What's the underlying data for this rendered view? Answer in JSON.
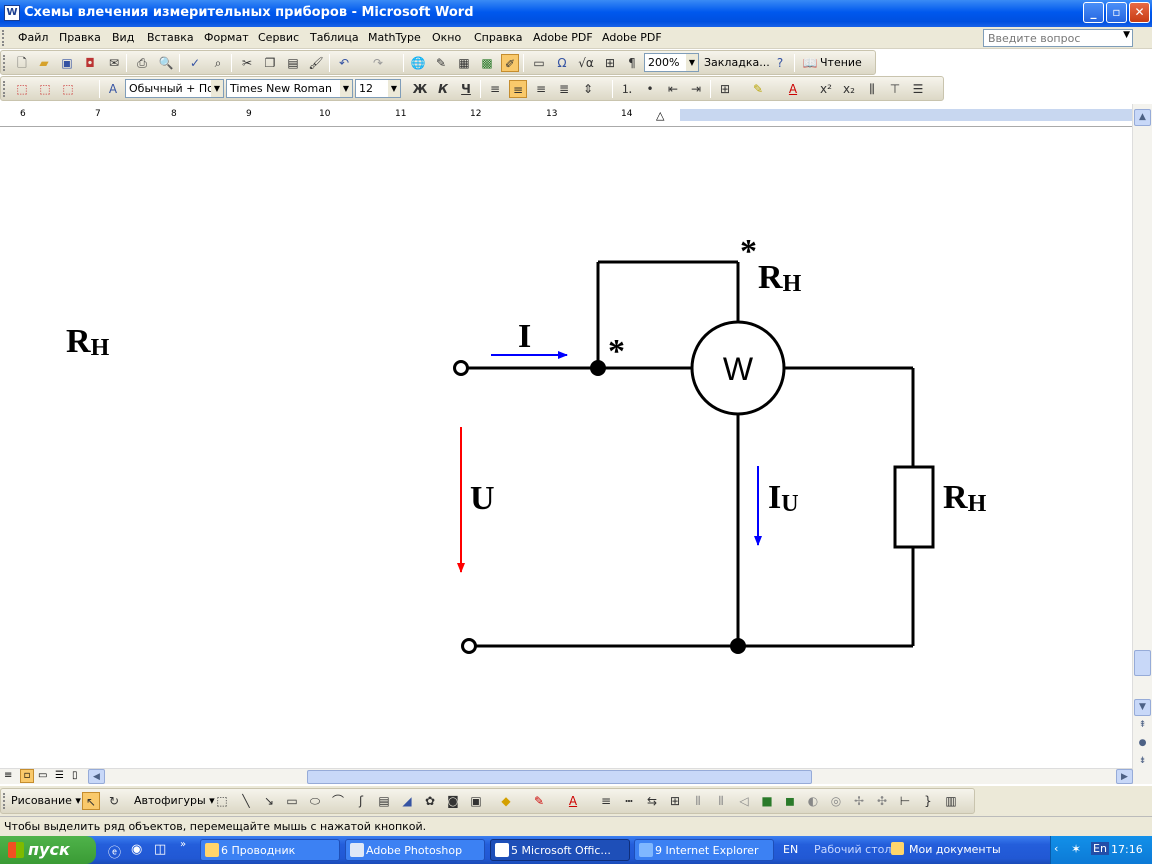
{
  "window": {
    "title": "Схемы влечения измерительных приборов - Microsoft Word",
    "icon": "word-doc-icon",
    "buttons": {
      "minimize": "_",
      "maximize": "▫",
      "close": "✕"
    }
  },
  "menu": {
    "items": [
      "Файл",
      "Правка",
      "Вид",
      "Вставка",
      "Формат",
      "Сервис",
      "Таблица",
      "MathType",
      "Окно",
      "Справка",
      "Adobe PDF",
      "Adobe PDF"
    ],
    "help_placeholder": "Введите вопрос"
  },
  "toolbar_standard": {
    "zoom": "200%",
    "bookmark_label": "Закладка...",
    "reading_label": "Чтение"
  },
  "toolbar_format": {
    "style": "Обычный + По ц",
    "font": "Times New Roman",
    "size": "12",
    "bold": "Ж",
    "italic": "К",
    "underline": "Ч"
  },
  "ruler": {
    "numbers": [
      "6",
      "7",
      "8",
      "9",
      "10",
      "11",
      "12",
      "13",
      "14"
    ]
  },
  "circuit": {
    "left_label": "R",
    "left_label_sub": "Н",
    "meter_label": "W",
    "top_label": "R",
    "top_label_sub": "Н",
    "current_label": "I",
    "voltage_label": "U",
    "branch_current_label": "I",
    "branch_current_sub": "U",
    "load_label": "R",
    "load_label_sub": "Н",
    "star_mark": "*",
    "colors": {
      "current_arrow": "#0000ff",
      "voltage_arrow": "#ff0000",
      "wire": "#000000"
    }
  },
  "drawing_toolbar": {
    "drawing_label": "Рисование",
    "autoshapes_label": "Автофигуры"
  },
  "status": {
    "text": "Чтобы выделить ряд объектов, перемещайте мышь с нажатой кнопкой."
  },
  "taskbar": {
    "start_label": "пуск",
    "tasks": [
      {
        "label": "6 Проводник"
      },
      {
        "label": "Adobe Photoshop"
      },
      {
        "label": "5 Microsoft Offic..."
      },
      {
        "label": "9 Internet Explorer"
      }
    ],
    "lang": "EN",
    "desktop_label": "Рабочий стол",
    "docs_label": "Мои документы",
    "tray_lang": "En",
    "clock": "17:16"
  }
}
